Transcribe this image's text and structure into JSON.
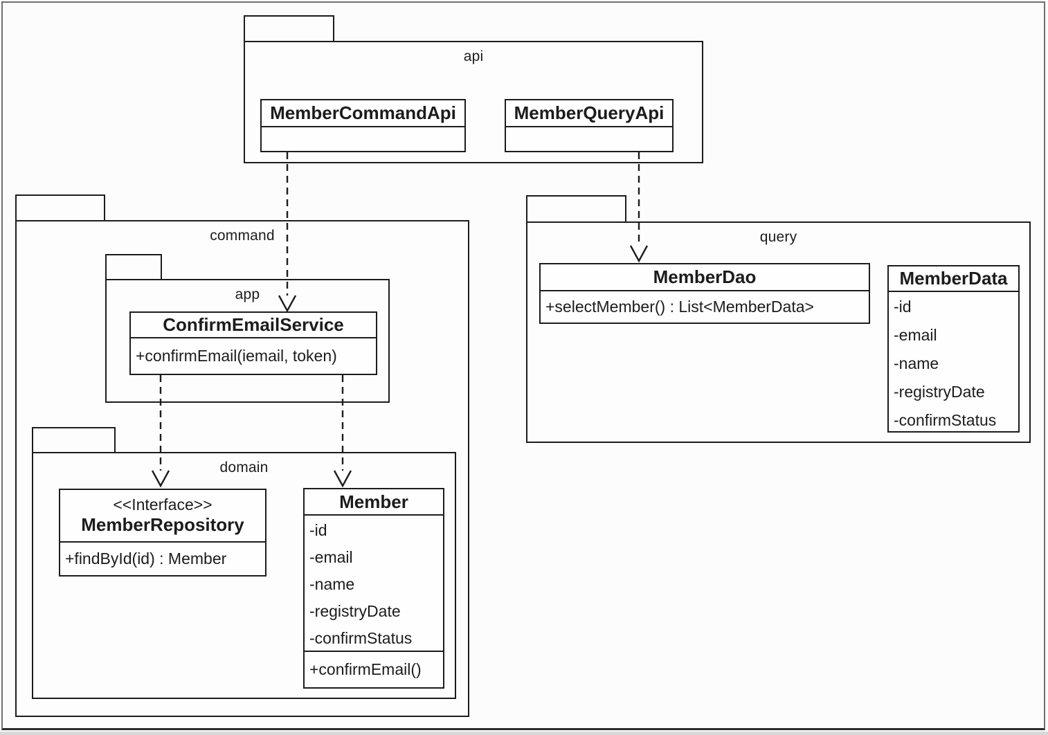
{
  "packages": {
    "api": {
      "label": "api"
    },
    "command": {
      "label": "command"
    },
    "app": {
      "label": "app"
    },
    "domain": {
      "label": "domain"
    },
    "query": {
      "label": "query"
    }
  },
  "classes": {
    "member_command_api": {
      "name": "MemberCommandApi"
    },
    "member_query_api": {
      "name": "MemberQueryApi"
    },
    "confirm_email_service": {
      "name": "ConfirmEmailService",
      "operations": [
        "+confirmEmail(iemail, token)"
      ]
    },
    "member_repository": {
      "stereotype": "<<Interface>>",
      "name": "MemberRepository",
      "operations": [
        "+findById(id) : Member"
      ]
    },
    "member": {
      "name": "Member",
      "attributes": [
        "-id",
        "-email",
        "-name",
        "-registryDate",
        "-confirmStatus"
      ],
      "operations": [
        "+confirmEmail()"
      ]
    },
    "member_dao": {
      "name": "MemberDao",
      "operations": [
        "+selectMember() : List<MemberData>"
      ]
    },
    "member_data": {
      "name": "MemberData",
      "attributes": [
        "-id",
        "-email",
        "-name",
        "-registryDate",
        "-confirmStatus"
      ]
    }
  },
  "relations": [
    {
      "type": "dependency",
      "from": "MemberCommandApi",
      "to": "ConfirmEmailService"
    },
    {
      "type": "dependency",
      "from": "MemberQueryApi",
      "to": "MemberDao"
    },
    {
      "type": "dependency",
      "from": "ConfirmEmailService",
      "to": "MemberRepository"
    },
    {
      "type": "dependency",
      "from": "ConfirmEmailService",
      "to": "Member"
    }
  ],
  "colors": {
    "line": "#1c1c1c",
    "background": "#fcfcfc"
  }
}
